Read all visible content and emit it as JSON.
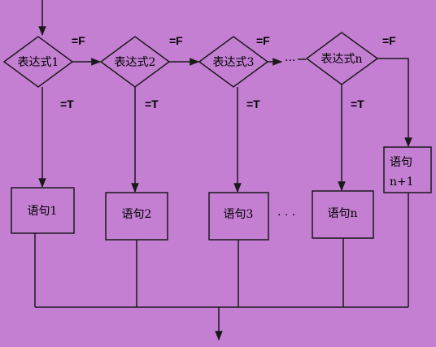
{
  "colors": {
    "background": "#c47fd2",
    "line": "#1a1a1a"
  },
  "diagram": {
    "conditions": [
      {
        "label": "表达式1"
      },
      {
        "label": "表达式2"
      },
      {
        "label": "表达式3"
      },
      {
        "label": "表达式n"
      }
    ],
    "statements": [
      {
        "label": "语句1"
      },
      {
        "label": "语句2"
      },
      {
        "label": "语句3"
      },
      {
        "label": "语句n"
      }
    ],
    "else_statement": {
      "line1": "语句",
      "line2": "n+1"
    },
    "false_label": "=F",
    "true_label": "=T",
    "ellipsis_top": "···",
    "ellipsis_bottom": "· · ·"
  }
}
